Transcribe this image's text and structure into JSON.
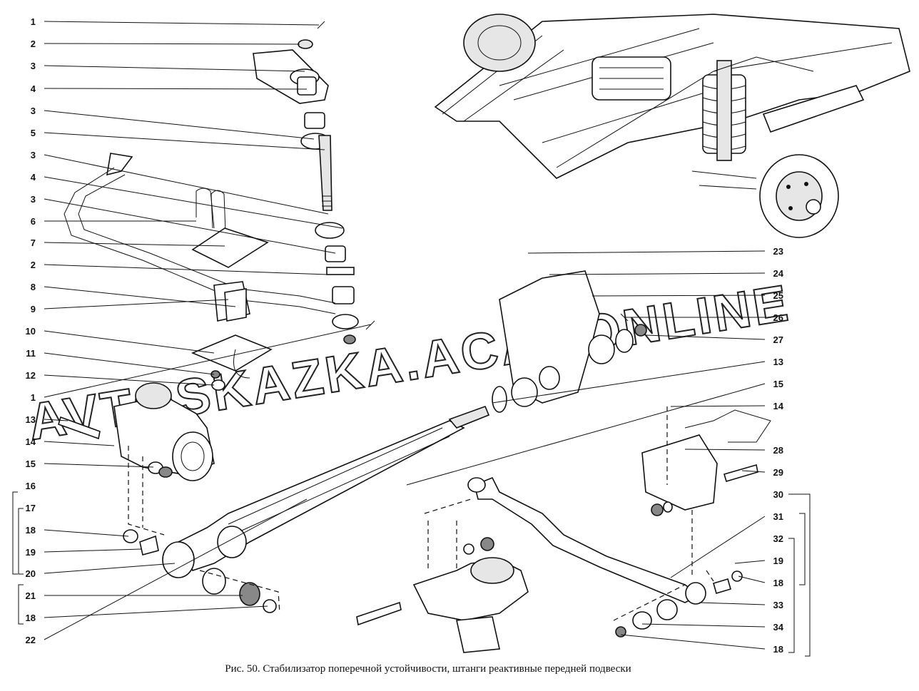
{
  "figure": {
    "caption": "Рис. 50. Стабилизатор поперечной устойчивости, штанги реактивные передней подвески",
    "watermark": "AVTOSKAZKA.ACAT.ONLINE"
  },
  "callouts_left": [
    "1",
    "2",
    "3",
    "4",
    "3",
    "5",
    "3",
    "4",
    "3",
    "6",
    "7",
    "2",
    "8",
    "9",
    "10",
    "11",
    "12",
    "1",
    "13",
    "14",
    "15",
    "16",
    "17",
    "18",
    "19",
    "20",
    "21",
    "18",
    "22"
  ],
  "callouts_right": [
    "23",
    "24",
    "25",
    "26",
    "27",
    "13",
    "15",
    "14",
    "28",
    "29",
    "30",
    "31",
    "32",
    "19",
    "18",
    "33",
    "34",
    "18"
  ],
  "colors": {
    "ink": "#111111",
    "paper": "#ffffff",
    "shade": "#888888"
  }
}
